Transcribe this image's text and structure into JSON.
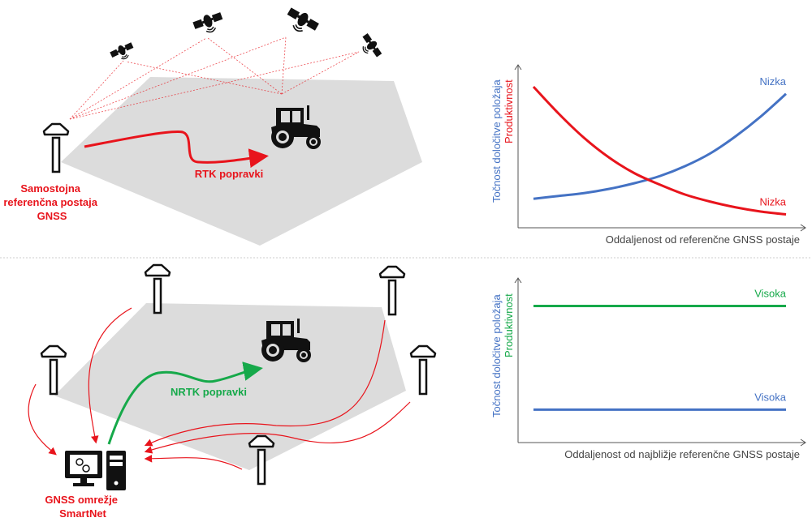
{
  "colors": {
    "red": "#e8141c",
    "green": "#16a94a",
    "blue": "#4472c4",
    "field": "#dcdcdc",
    "black": "#111111"
  },
  "top_diagram": {
    "station_label": [
      "Samostojna",
      "referenčna postaja",
      "GNSS"
    ],
    "correction_label": "RTK popravki",
    "satellite_count": 4
  },
  "bottom_diagram": {
    "network_label": [
      "GNSS omrežje",
      "SmartNet"
    ],
    "correction_label": "NRTK popravki",
    "station_count": 5
  },
  "chart_data": [
    {
      "type": "line",
      "title": "",
      "xlabel": "Oddaljenost od referenčne GNSS postaje",
      "ylabel_lines": [
        {
          "text": "Točnost določitve položaja",
          "color": "#4472c4"
        },
        {
          "text": "Produktivnost",
          "color": "#e8141c"
        }
      ],
      "xlim": [
        0,
        1
      ],
      "ylim": [
        0,
        1
      ],
      "grid": false,
      "series": [
        {
          "name": "Točnost določitve položaja",
          "color": "#4472c4",
          "end_label": "Nizka",
          "x": [
            0,
            0.1,
            0.2,
            0.3,
            0.4,
            0.5,
            0.6,
            0.7,
            0.8,
            0.9,
            1.0
          ],
          "y": [
            0.17,
            0.19,
            0.21,
            0.24,
            0.28,
            0.33,
            0.4,
            0.49,
            0.61,
            0.75,
            0.91
          ]
        },
        {
          "name": "Produktivnost",
          "color": "#e8141c",
          "end_label": "Nizka",
          "x": [
            0,
            0.1,
            0.2,
            0.3,
            0.4,
            0.5,
            0.6,
            0.7,
            0.8,
            0.9,
            1.0
          ],
          "y": [
            0.96,
            0.77,
            0.6,
            0.46,
            0.35,
            0.27,
            0.2,
            0.15,
            0.11,
            0.08,
            0.06
          ]
        }
      ]
    },
    {
      "type": "line",
      "title": "",
      "xlabel": "Oddaljenost od najbližje referenčne GNSS postaje",
      "ylabel_lines": [
        {
          "text": "Točnost določitve položaja",
          "color": "#4472c4"
        },
        {
          "text": "Produktivnost",
          "color": "#16a94a"
        }
      ],
      "xlim": [
        0,
        1
      ],
      "ylim": [
        0,
        1
      ],
      "grid": false,
      "series": [
        {
          "name": "Produktivnost",
          "color": "#16a94a",
          "end_label": "Visoka",
          "x": [
            0,
            1
          ],
          "y": [
            0.83,
            0.83
          ]
        },
        {
          "name": "Točnost določitve položaja",
          "color": "#4472c4",
          "end_label": "Visoka",
          "x": [
            0,
            1
          ],
          "y": [
            0.2,
            0.2
          ]
        }
      ]
    }
  ]
}
